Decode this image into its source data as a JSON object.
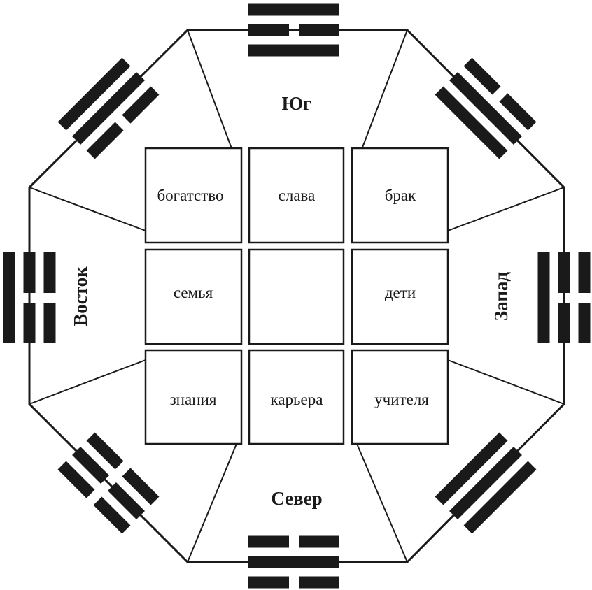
{
  "directions": {
    "south": "Юг",
    "north": "Север",
    "east": "Восток",
    "west": "Запад"
  },
  "grid": [
    [
      "богатство",
      "слава",
      "брак"
    ],
    [
      "семья",
      "",
      "дети"
    ],
    [
      "знания",
      "карьера",
      "учителя"
    ]
  ],
  "trigrams": {
    "south": [
      true,
      false,
      true
    ],
    "north": [
      false,
      true,
      false
    ],
    "east": [
      true,
      false,
      false
    ],
    "west": [
      false,
      false,
      true
    ],
    "south_east": [
      true,
      true,
      false
    ],
    "south_west": [
      false,
      true,
      true
    ],
    "north_east": [
      false,
      false,
      false
    ],
    "north_west": [
      true,
      true,
      true
    ]
  },
  "colors": {
    "line": "#1a1a1a",
    "background": "#ffffff"
  }
}
